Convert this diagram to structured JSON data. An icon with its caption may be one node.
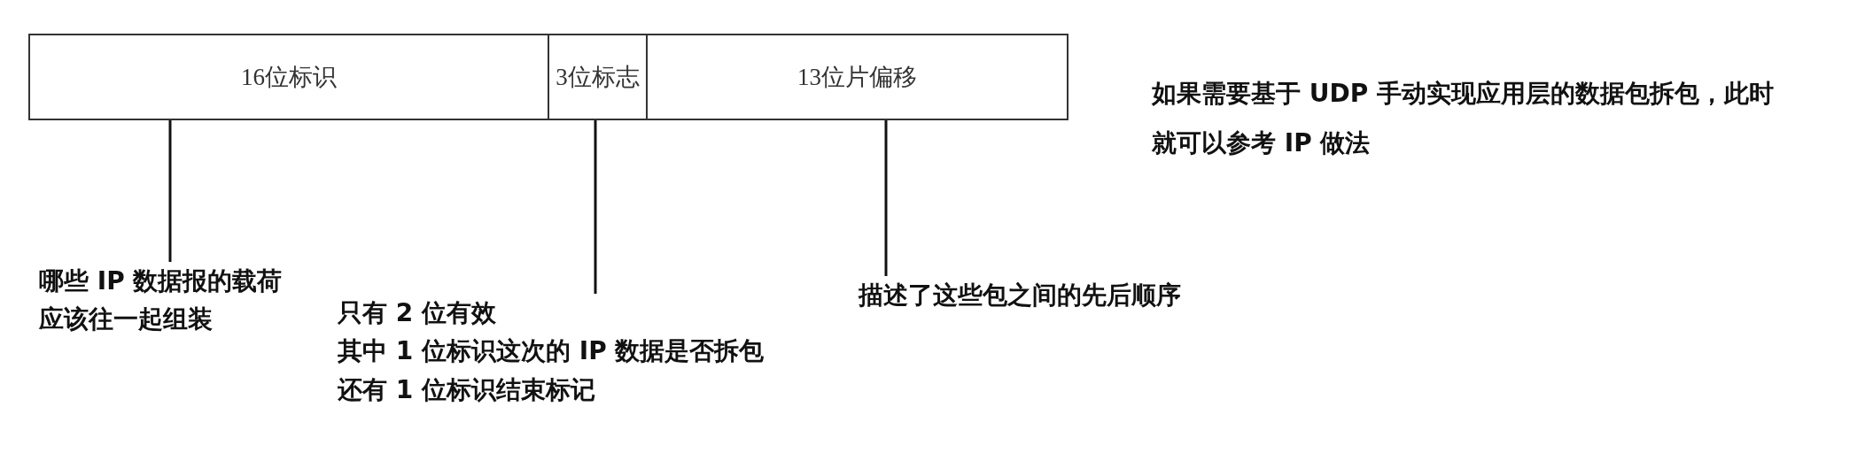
{
  "diagram": {
    "nodes": [
      {
        "text": [
          "16位标识"
        ]
      },
      {
        "text": [
          "3位标志"
        ]
      },
      {
        "text": [
          "13位片偏移"
        ]
      },
      {
        "text": [
          "哪些 IP 数据报的载荷应该往一起组装"
        ]
      },
      {
        "text": [
          "只有 2 位有效",
          "其中 1 位标识这次的 IP 数据是否拆包",
          "还有 1 位标识结束标记"
        ]
      },
      {
        "text": [
          "描述了这些包之间的先后顺序"
        ]
      }
    ],
    "edges": [
      {
        "from": 3,
        "to": 0,
        "arrow": "none"
      },
      {
        "from": 4,
        "to": 1,
        "arrow": "none"
      },
      {
        "from": 5,
        "to": 2,
        "arrow": "none"
      }
    ],
    "labels": [
      "如果需要基于 UDP 手动实现应用层的数据包拆包，此时就可以参考 IP 做法"
    ]
  }
}
